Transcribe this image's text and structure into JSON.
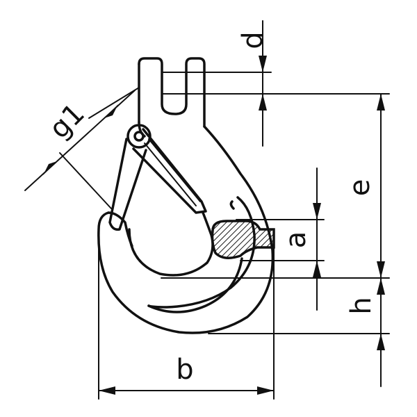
{
  "labels": {
    "d": "d",
    "g1": "g1",
    "e": "e",
    "a": "a",
    "h": "h",
    "b": "b"
  }
}
